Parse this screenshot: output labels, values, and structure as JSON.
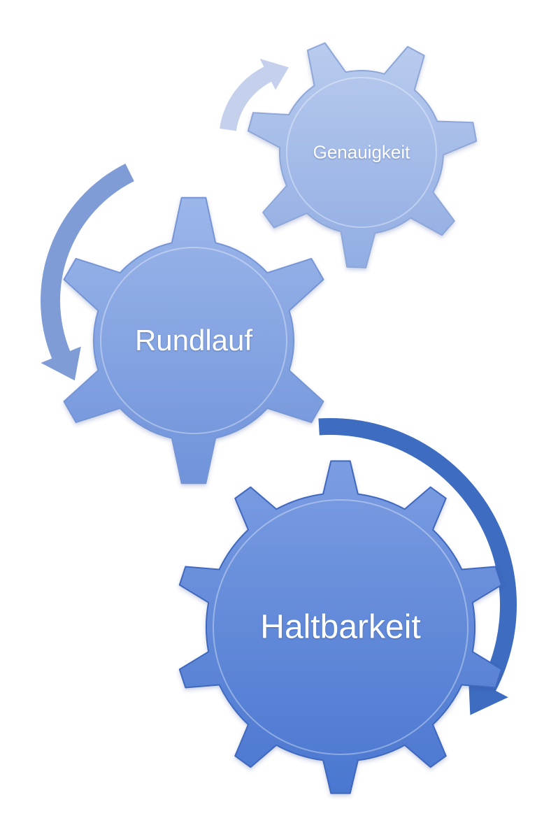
{
  "gears": [
    {
      "id": "genauigkeit",
      "label": "Genauigkeit",
      "color_light": "#b9cbee",
      "color_dark": "#91ade3",
      "stroke": "#8ea7d9",
      "teeth": 7
    },
    {
      "id": "rundlauf",
      "label": "Rundlauf",
      "color_light": "#9cb6ea",
      "color_dark": "#6f93da",
      "stroke": "#7595d6",
      "teeth": 6
    },
    {
      "id": "haltbarkeit",
      "label": "Haltbarkeit",
      "color_light": "#7b9de2",
      "color_dark": "#4a77d0",
      "stroke": "#3f68bf",
      "teeth": 10
    }
  ],
  "arrows": [
    {
      "id": "genauigkeit",
      "direction": "counterclockwise",
      "color": "#c5d1ec"
    },
    {
      "id": "rundlauf",
      "direction": "counterclockwise",
      "color": "#7f9cd6"
    },
    {
      "id": "haltbarkeit",
      "direction": "clockwise",
      "color": "#3d6cc0"
    }
  ]
}
